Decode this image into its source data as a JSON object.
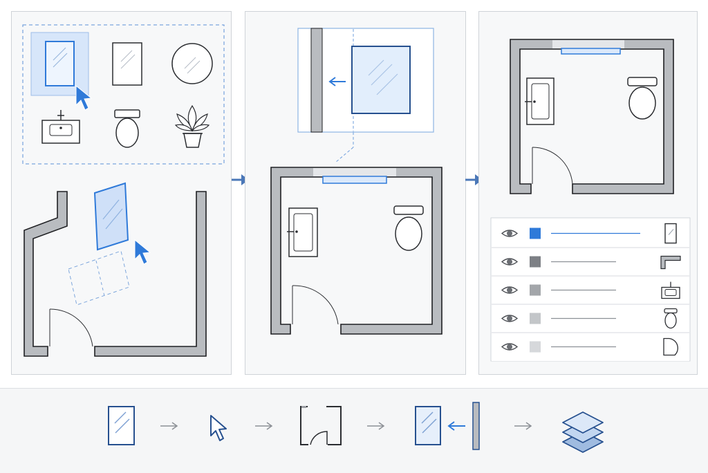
{
  "colors": {
    "accent": "#2f7ad9",
    "accent_light": "#dbe9fb",
    "wall": "#b9bcc0",
    "wall_outline": "#1e1f22",
    "panel_bg": "#f7f8f9",
    "step_arrow": "#4b78b8"
  },
  "panels": [
    {
      "name": "select-and-place",
      "icons": [
        "mirror-rect-icon",
        "mirror-plain-icon",
        "mirror-round-icon",
        "sink-icon",
        "toilet-icon",
        "plant-icon",
        "cursor-icon"
      ]
    },
    {
      "name": "snap-to-wall",
      "icons": [
        "mirror-detail-icon",
        "snap-left-arrow-icon",
        "sink-icon",
        "toilet-icon"
      ]
    },
    {
      "name": "layers",
      "icons": [
        "eye-icon",
        "mirror-icon",
        "wall-corner-icon",
        "sink-icon",
        "toilet-icon",
        "door-icon"
      ]
    }
  ],
  "layers": [
    {
      "icon": "mirror-icon",
      "swatch": "#2f7ad9",
      "selected": true
    },
    {
      "icon": "wall-corner-icon",
      "swatch": "#7d8085",
      "selected": false
    },
    {
      "icon": "sink-icon",
      "swatch": "#a3a6aa",
      "selected": false
    },
    {
      "icon": "toilet-icon",
      "swatch": "#c3c6c9",
      "selected": false
    },
    {
      "icon": "door-icon",
      "swatch": "#d6d8db",
      "selected": false
    }
  ],
  "workflow_steps": [
    "mirror-icon",
    "cursor-icon",
    "room-icon",
    "snap-to-wall-icon",
    "layers-icon"
  ]
}
